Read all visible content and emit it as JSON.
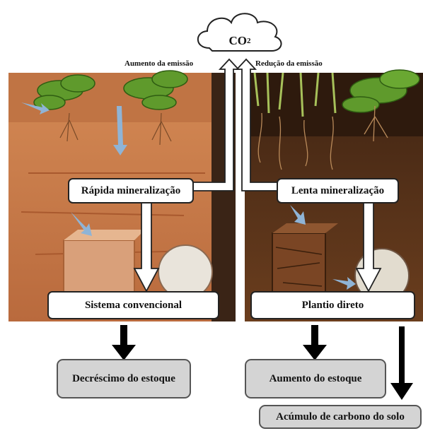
{
  "cloud_label": {
    "main": "CO",
    "sub": "2"
  },
  "top_labels": {
    "left": "Aumento da emissão",
    "right": "Redução da emissão"
  },
  "boxes": {
    "rapid": "Rápida mineralização",
    "slow": "Lenta mineralização",
    "conventional": "Sistema convencional",
    "direct": "Plantio direto"
  },
  "outcomes": {
    "decrease": "Decréscimo do estoque",
    "increase": "Aumento do estoque",
    "accumulation": "Acúmulo de carbono do solo"
  },
  "colors": {
    "conventional_soil": "#c8784a",
    "direct_soil": "#4f2c16",
    "leaf": "#5f9a2c",
    "outcome_fill": "#d4d4d4"
  }
}
